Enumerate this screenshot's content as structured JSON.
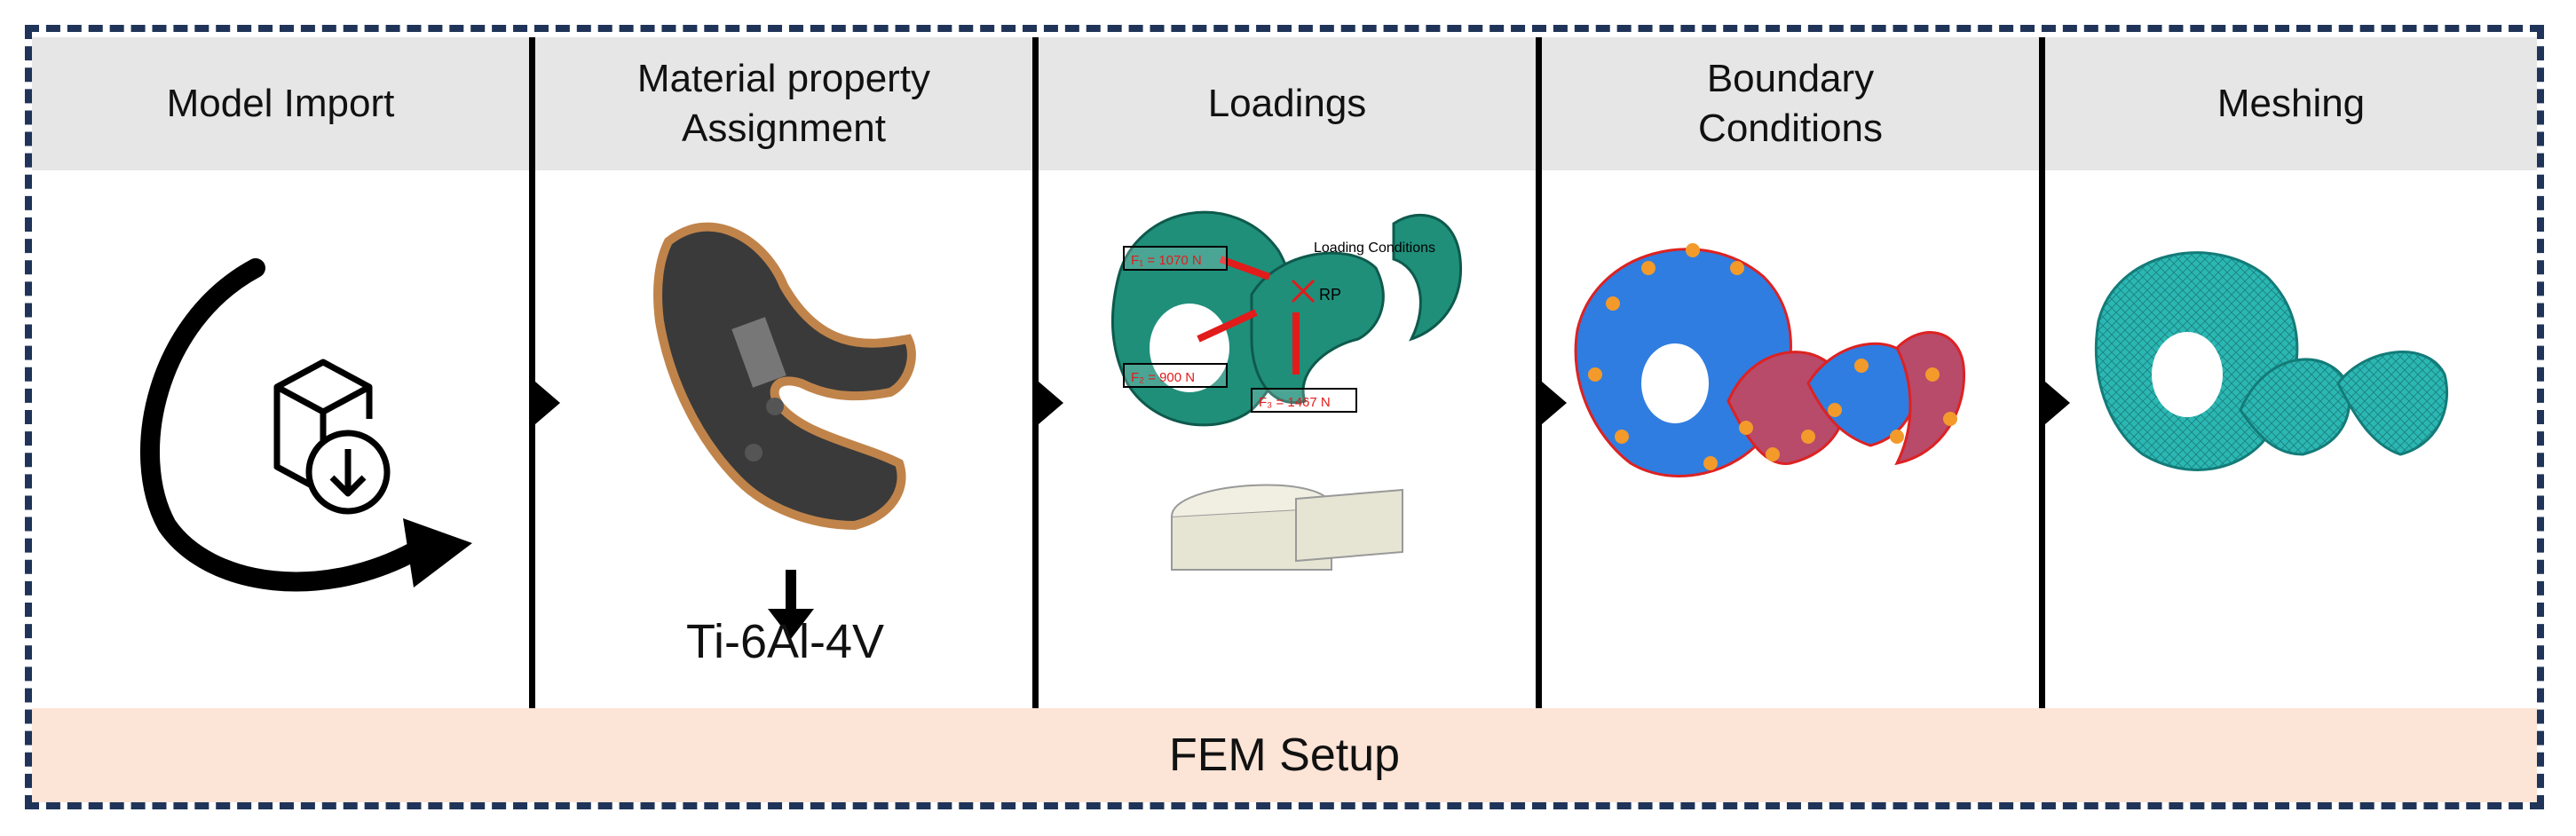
{
  "stages": [
    {
      "title": "Model Import"
    },
    {
      "title": "Material property\nAssignment",
      "material": "Ti-6Al-4V"
    },
    {
      "title": "Loadings",
      "annotation": "Loading Conditions",
      "reference_point": "RP",
      "forces": [
        "F₁ = 1070 N",
        "F₂ = 900 N",
        "F₃ = 1467 N"
      ]
    },
    {
      "title": "Boundary\nConditions"
    },
    {
      "title": "Meshing"
    }
  ],
  "footer": {
    "label": "FEM Setup"
  },
  "colors": {
    "frame": "#1f3458",
    "header": "#e6e6e6",
    "footer": "#fce4d6",
    "model": "#1f8f7a",
    "bc_blue": "#2f7de0",
    "bc_red": "#b84a6a",
    "mesh": "#2bb7b3"
  },
  "icons": [
    "cube-download-icon",
    "down-arrow-icon"
  ]
}
